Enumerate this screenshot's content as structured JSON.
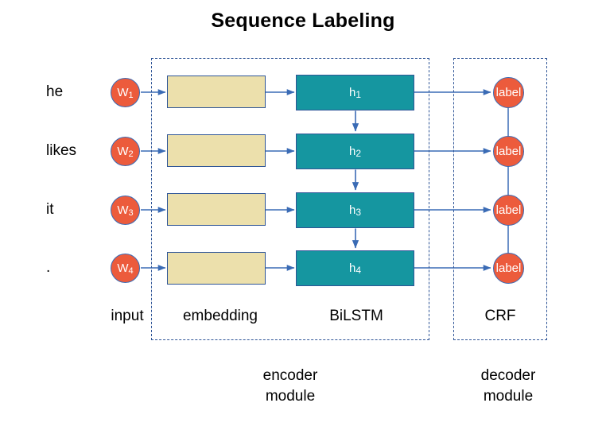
{
  "title": "Sequence Labeling",
  "columns": {
    "input_caption": "input",
    "embedding_caption": "embedding",
    "bilstm_caption": "BiLSTM",
    "crf_caption": "CRF"
  },
  "modules": {
    "encoder": {
      "line1": "encoder",
      "line2": "module"
    },
    "decoder": {
      "line1": "decoder",
      "line2": "module"
    }
  },
  "rows": [
    {
      "word": "he",
      "token_base": "W",
      "token_sub": "1",
      "hidden_base": "h",
      "hidden_sub": "1",
      "label": "label"
    },
    {
      "word": "likes",
      "token_base": "W",
      "token_sub": "2",
      "hidden_base": "h",
      "hidden_sub": "2",
      "label": "label"
    },
    {
      "word": "it",
      "token_base": "W",
      "token_sub": "3",
      "hidden_base": "h",
      "hidden_sub": "3",
      "label": "label"
    },
    {
      "word": ".",
      "token_base": "W",
      "token_sub": "4",
      "hidden_base": "h",
      "hidden_sub": "4",
      "label": "label"
    }
  ],
  "colors": {
    "circle_fill": "#ec5b3c",
    "lstm_fill": "#1596a0",
    "embedding_fill": "#ece0ac",
    "stroke_blue": "#2f5597",
    "arrow_blue": "#3a6bb5",
    "background": "#ffffff"
  }
}
